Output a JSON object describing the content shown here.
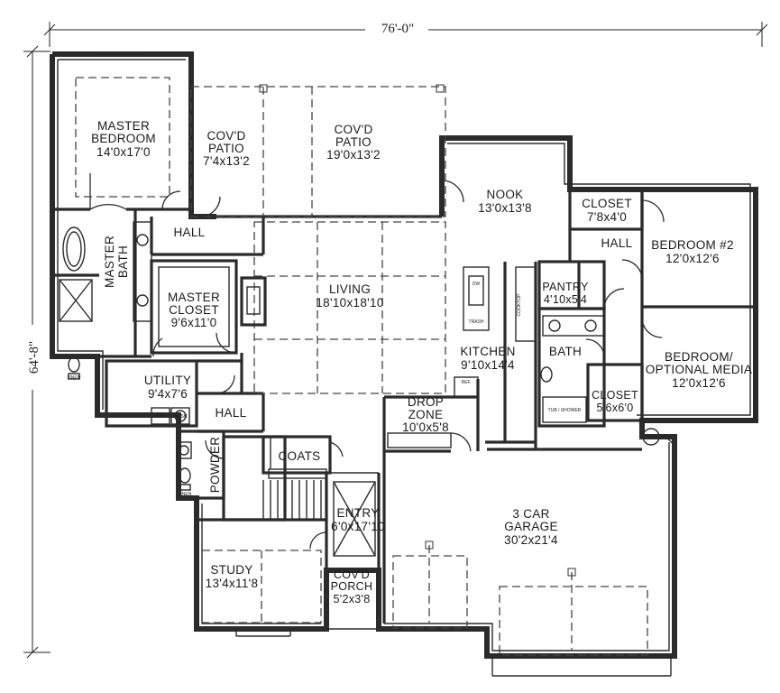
{
  "dimensions": {
    "width": "76'-0\"",
    "depth": "64'-8\""
  },
  "rooms": {
    "master_bedroom": {
      "name_1": "MASTER",
      "name_2": "BEDROOM",
      "size": "14'0x17'0"
    },
    "covd_patio_1": {
      "name_1": "COV'D",
      "name_2": "PATIO",
      "size": "7'4x13'2"
    },
    "covd_patio_2": {
      "name_1": "COV'D",
      "name_2": "PATIO",
      "size": "19'0x13'2"
    },
    "nook": {
      "name": "NOOK",
      "size": "13'0x13'8"
    },
    "closet_1": {
      "name": "CLOSET",
      "size": "7'8x4'0"
    },
    "hall_right": {
      "name": "HALL"
    },
    "bedroom_2": {
      "name": "BEDROOM #2",
      "size": "12'0x12'6"
    },
    "hall_master": {
      "name": "HALL"
    },
    "master_bath": {
      "name_1": "MASTER",
      "name_2": "BATH"
    },
    "master_closet": {
      "name_1": "MASTER",
      "name_2": "CLOSET",
      "size": "9'6x11'0"
    },
    "living": {
      "name": "LIVING",
      "size": "18'10x18'10"
    },
    "pantry": {
      "name": "PANTRY",
      "size": "4'10x5'4"
    },
    "kitchen": {
      "name": "KITCHEN",
      "size": "9'10x14'4"
    },
    "bath": {
      "name": "BATH"
    },
    "bedroom_media": {
      "name_1": "BEDROOM/",
      "name_2": "OPTIONAL MEDIA",
      "size": "12'0x12'6"
    },
    "closet_2": {
      "name": "CLOSET",
      "size": "5'6x6'0"
    },
    "utility": {
      "name": "UTILITY",
      "size": "9'4x7'6"
    },
    "hall_lower": {
      "name": "HALL"
    },
    "drop_zone": {
      "name_1": "DROP",
      "name_2": "ZONE",
      "size": "10'0x5'8"
    },
    "coats": {
      "name": "COATS"
    },
    "powder": {
      "name": "POWDER"
    },
    "entry": {
      "name": "ENTRY",
      "size": "6'0x17'10"
    },
    "garage": {
      "name_1": "3 CAR",
      "name_2": "GARAGE",
      "size": "30'2x21'4"
    },
    "study": {
      "name": "STUDY",
      "size": "13'4x11'8"
    },
    "covd_porch": {
      "name_1": "COV'D",
      "name_2": "PORCH",
      "size": "5'2x3'8"
    }
  },
  "fixtures": {
    "linen_1": "LINEN",
    "linen_2": "LINEN",
    "ref": "REF.",
    "trash": "TRASH",
    "wh": "WH",
    "dry": "DRY",
    "wash": "WASH",
    "tub": "TUB / SHOWER",
    "cooktop": "COOKTOP",
    "dw": "DW"
  }
}
